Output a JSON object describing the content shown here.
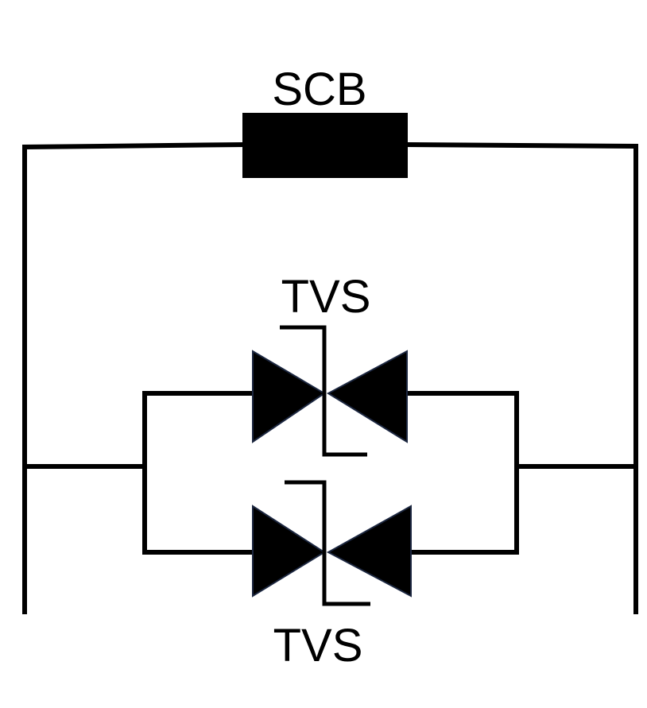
{
  "labels": {
    "scb": "SCB",
    "tvs_top": "TVS",
    "tvs_bottom": "TVS"
  },
  "colors": {
    "line": "#000000",
    "background": "#ffffff"
  }
}
